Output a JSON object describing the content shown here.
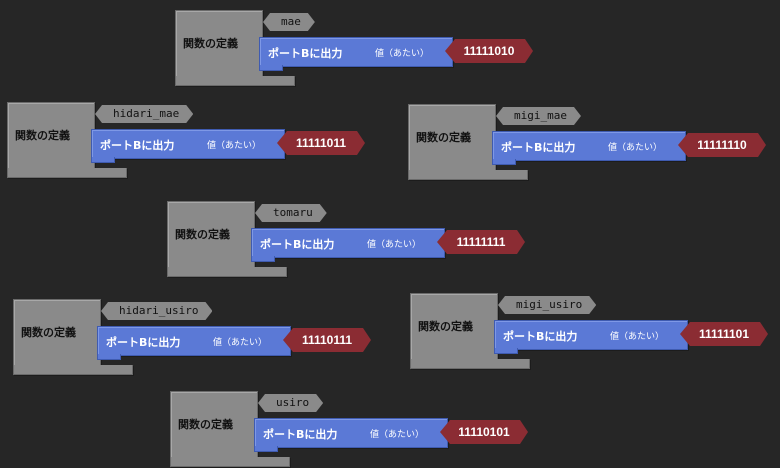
{
  "colors": {
    "workspace": "#262626",
    "definition_block": "#8a8a8a",
    "output_block": "#5b79d6",
    "value_block": "#8b2c33"
  },
  "block_texts": {
    "definition": "関数の定義",
    "output": "ポートBに出力",
    "value_label": "値（あたい）"
  },
  "functions": [
    {
      "name": "mae",
      "value": "11111010"
    },
    {
      "name": "hidari_mae",
      "value": "11111011"
    },
    {
      "name": "migi_mae",
      "value": "11111110"
    },
    {
      "name": "tomaru",
      "value": "11111111"
    },
    {
      "name": "hidari_usiro",
      "value": "11110111"
    },
    {
      "name": "migi_usiro",
      "value": "11111101"
    },
    {
      "name": "usiro",
      "value": "11110101"
    }
  ]
}
